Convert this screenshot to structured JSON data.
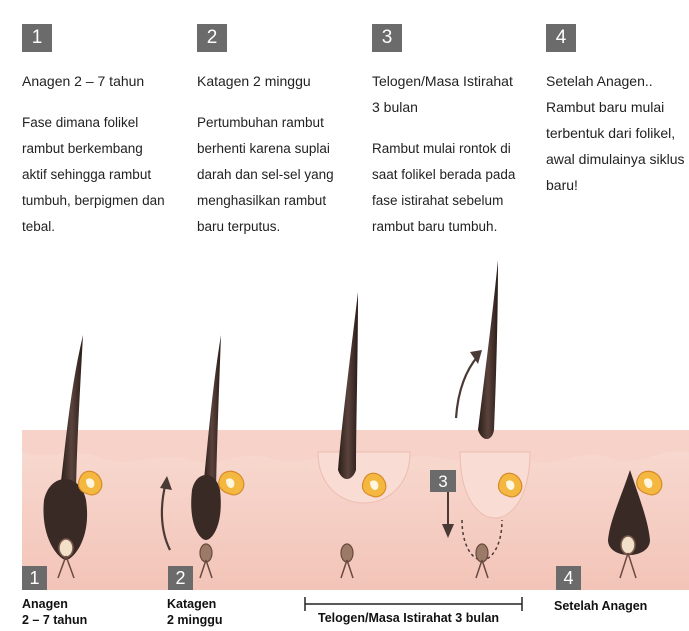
{
  "stages": [
    {
      "number": "1",
      "title": "Anagen 2 – 7 tahun",
      "desc": "Fase dimana folikel\nrambut berkembang\naktif sehingga rambut\ntumbuh, berpigmen dan\ntebal."
    },
    {
      "number": "2",
      "title": "Katagen 2 minggu",
      "desc": "Pertumbuhan rambut\nberhenti karena suplai\ndarah dan sel-sel yang\nmenghasilkan rambut\nbaru terputus."
    },
    {
      "number": "3",
      "title": "Telogen/Masa Istirahat\n3 bulan",
      "desc": "Rambut mulai rontok di\nsaat folikel berada pada\nfase istirahat sebelum\nrambut baru tumbuh."
    },
    {
      "number": "4",
      "title": "Setelah Anagen..\nRambut baru mulai\nterbentuk dari folikel,\nawal dimulainya  siklus\nbaru!",
      "desc": ""
    }
  ],
  "diagram": {
    "badge_1": "1",
    "badge_2": "2",
    "badge_3": "3",
    "badge_4": "4",
    "label_1": "Anagen\n2 – 7 tahun",
    "label_2": "Katagen\n2 minggu",
    "label_3": "Telogen/Masa Istirahat 3 bulan",
    "label_4": "Setelah Anagen"
  },
  "colors": {
    "badge": "#6b6b6b",
    "skin_upper": "#f6d6cd",
    "skin_lower": "#f2bdb0",
    "hair": "#3d2b26",
    "gland": "#f4b740"
  }
}
